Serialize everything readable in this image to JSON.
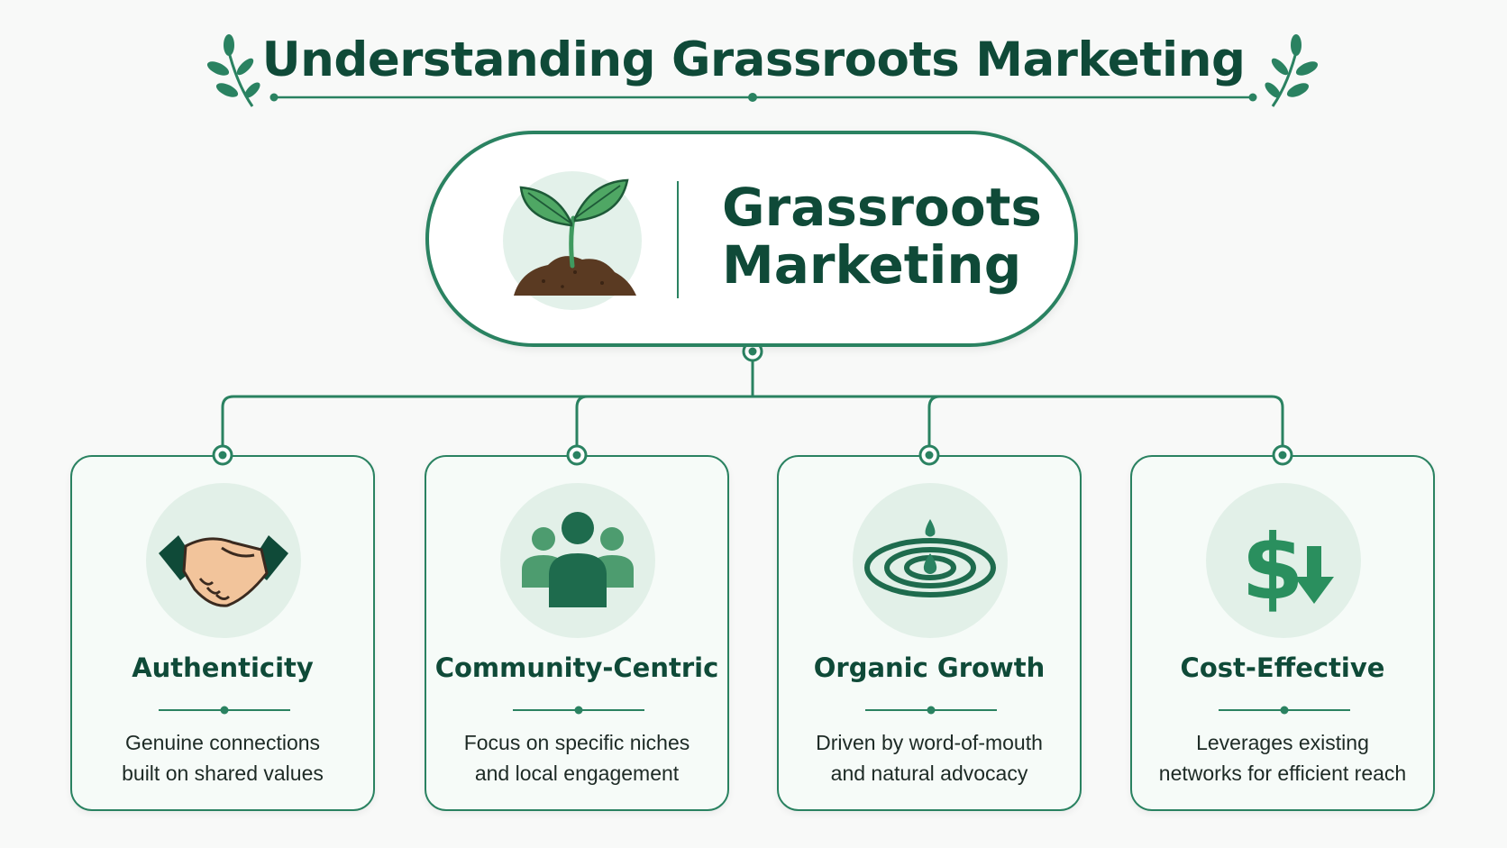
{
  "title": "Understanding Grassroots Marketing",
  "center": {
    "line1": "Grassroots",
    "line2": "Marketing"
  },
  "pillars": [
    {
      "title": "Authenticity",
      "desc_line1": "Genuine connections",
      "desc_line2": "built on shared values",
      "icon": "handshake-icon"
    },
    {
      "title": "Community-Centric",
      "desc_line1": "Focus on specific niches",
      "desc_line2": "and local engagement",
      "icon": "people-group-icon"
    },
    {
      "title": "Organic Growth",
      "desc_line1": "Driven by word-of-mouth",
      "desc_line2": "and natural advocacy",
      "icon": "water-ripple-icon"
    },
    {
      "title": "Cost-Effective",
      "desc_line1": "Leverages existing",
      "desc_line2": "networks for efficient reach",
      "icon": "dollar-down-icon"
    }
  ],
  "colors": {
    "primary_dark": "#0f4a38",
    "accent_green": "#2a8261",
    "light_green": "#e2f0e8",
    "background": "#f8f9f8"
  }
}
